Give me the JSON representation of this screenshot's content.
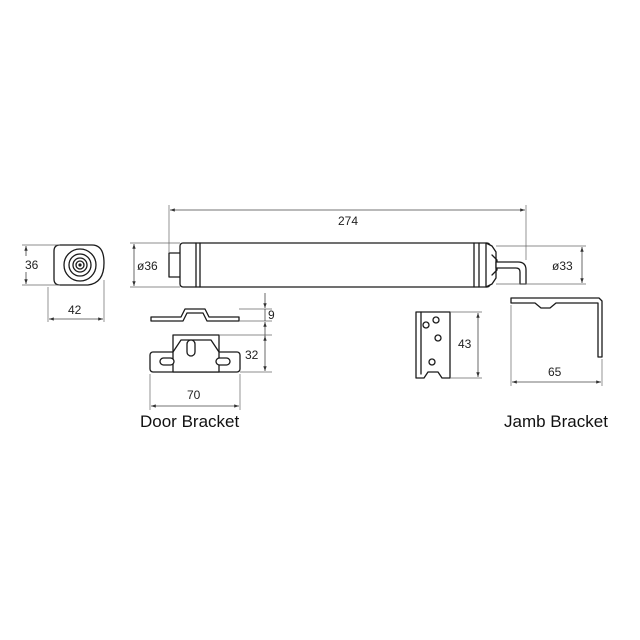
{
  "dimensions": {
    "end_view_height": "36",
    "end_view_width": "42",
    "overall_length": "274",
    "body_diameter": "ø36",
    "end_diameter": "ø33",
    "door_bracket_height": "9",
    "door_bracket_depth": "32",
    "door_bracket_width": "70",
    "jamb_plate_height": "43",
    "jamb_bracket_length": "65"
  },
  "captions": {
    "door_bracket": "Door Bracket",
    "jamb_bracket": "Jamb Bracket"
  },
  "colors": {
    "line": "#1a1a1a",
    "dimension": "#444444",
    "background": "#ffffff"
  }
}
